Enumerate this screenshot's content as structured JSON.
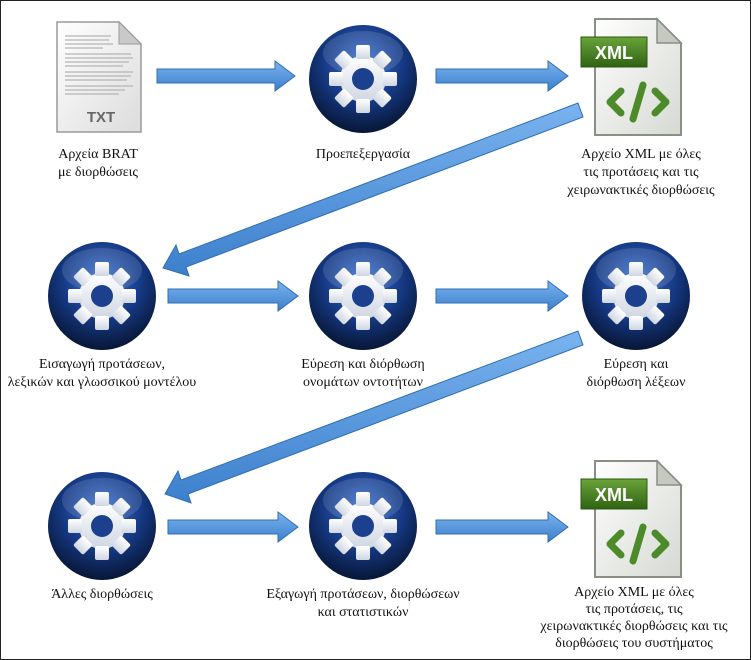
{
  "nodes": {
    "brat_files": {
      "icon": "txt-file-icon",
      "file_tag": "TXT",
      "lines": [
        "Αρχεία BRAT",
        "με διορθώσεις"
      ]
    },
    "preprocessing": {
      "icon": "gear-icon",
      "lines": [
        "Προεπεξεργασία"
      ]
    },
    "xml_manual": {
      "icon": "xml-file-icon",
      "file_tag": "XML",
      "lines": [
        "Αρχείο XML με όλες",
        "τις προτάσεις και τις",
        "χειρωνακτικές διορθώσεις"
      ]
    },
    "import_sentences": {
      "icon": "gear-icon",
      "lines": [
        "Εισαγωγή προτάσεων,",
        "λεξικών και γλωσσικού μοντέλου"
      ]
    },
    "entity_correction": {
      "icon": "gear-icon",
      "lines": [
        "Εύρεση και διόρθωση",
        "ονομάτων οντοτήτων"
      ]
    },
    "word_correction": {
      "icon": "gear-icon",
      "lines": [
        "Εύρεση και",
        "διόρθωση λέξεων"
      ]
    },
    "other_corrections": {
      "icon": "gear-icon",
      "lines": [
        "Άλλες διορθώσεις"
      ]
    },
    "export": {
      "icon": "gear-icon",
      "lines": [
        "Εξαγωγή προτάσεων, διορθώσεων",
        "και στατιστικών"
      ]
    },
    "xml_final": {
      "icon": "xml-file-icon",
      "file_tag": "XML",
      "lines": [
        "Αρχείο XML με όλες",
        "τις προτάσεις, τις",
        "χειρωνακτικές διορθώσεις και τις",
        "διορθώσεις του συστήματος"
      ]
    }
  },
  "edges": [
    [
      "brat_files",
      "preprocessing"
    ],
    [
      "preprocessing",
      "xml_manual"
    ],
    [
      "xml_manual",
      "import_sentences"
    ],
    [
      "import_sentences",
      "entity_correction"
    ],
    [
      "entity_correction",
      "word_correction"
    ],
    [
      "word_correction",
      "other_corrections"
    ],
    [
      "other_corrections",
      "export"
    ],
    [
      "export",
      "xml_final"
    ]
  ],
  "colors": {
    "arrow": "#4a8fd6",
    "arrow_edge": "#2f6fb3",
    "gear_dark": "#0b1f4a",
    "gear_mid": "#1f4fa0",
    "gear_light": "#7fb2ff",
    "xml_badge": "#3f7a1e",
    "xml_code": "#4c8a2a"
  }
}
